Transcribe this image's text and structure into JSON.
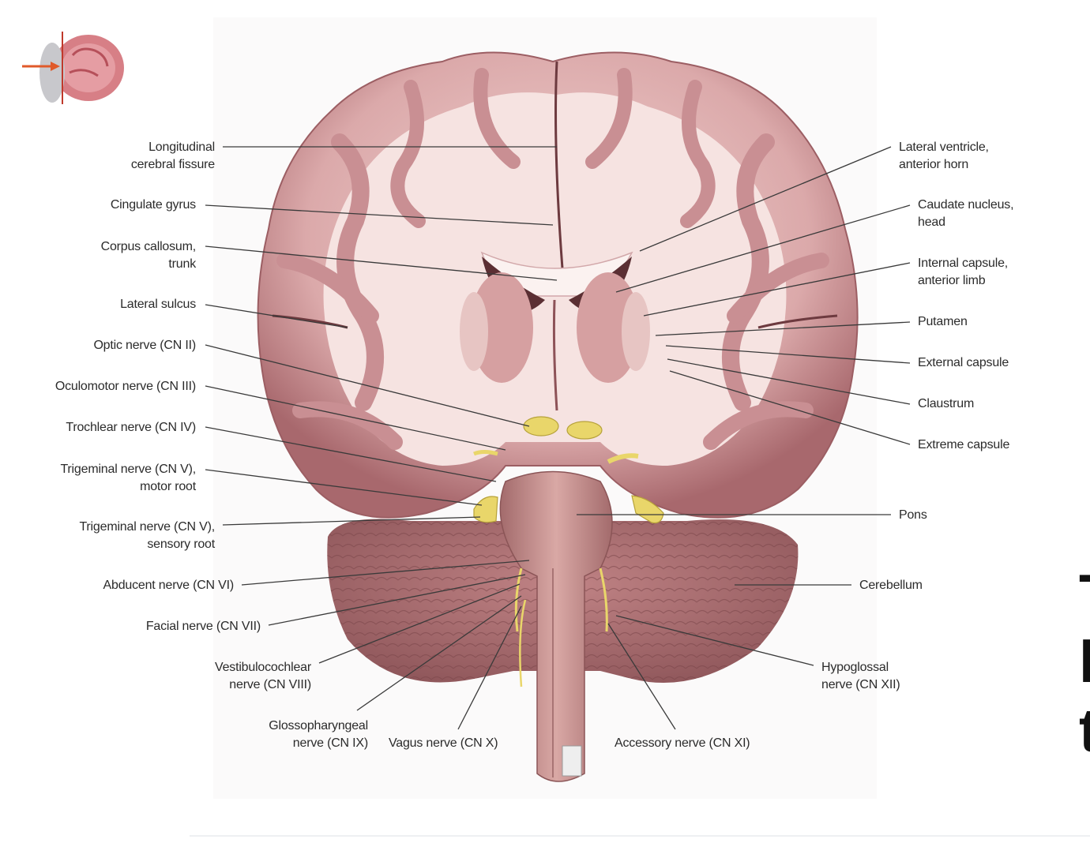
{
  "labels_left": [
    {
      "id": "longitudinal",
      "lines": [
        "Longitudinal",
        "cerebral fissure"
      ]
    },
    {
      "id": "cingulate",
      "lines": [
        "Cingulate gyrus"
      ]
    },
    {
      "id": "corpus",
      "lines": [
        "Corpus callosum,",
        "trunk"
      ]
    },
    {
      "id": "lateral-sulcus",
      "lines": [
        "Lateral sulcus"
      ]
    },
    {
      "id": "optic",
      "lines": [
        "Optic nerve (CN II)"
      ]
    },
    {
      "id": "oculomotor",
      "lines": [
        "Oculomotor nerve (CN III)"
      ]
    },
    {
      "id": "trochlear",
      "lines": [
        "Trochlear nerve (CN IV)"
      ]
    },
    {
      "id": "trigeminal-motor",
      "lines": [
        "Trigeminal nerve (CN V),",
        "motor root"
      ]
    },
    {
      "id": "trigeminal-sensory",
      "lines": [
        "Trigeminal nerve (CN V),",
        "sensory root"
      ]
    },
    {
      "id": "abducent",
      "lines": [
        "Abducent nerve (CN VI)"
      ]
    },
    {
      "id": "facial",
      "lines": [
        "Facial nerve (CN VII)"
      ]
    },
    {
      "id": "vestibulocochlear",
      "lines": [
        "Vestibulocochlear",
        "nerve (CN VIII)"
      ]
    },
    {
      "id": "glossopharyngeal",
      "lines": [
        "Glossopharyngeal",
        "nerve (CN IX)"
      ]
    }
  ],
  "labels_bottom": [
    {
      "id": "vagus",
      "lines": [
        "Vagus nerve (CN X)"
      ]
    },
    {
      "id": "accessory",
      "lines": [
        "Accessory nerve (CN XI)"
      ]
    }
  ],
  "labels_right": [
    {
      "id": "lateral-ventricle",
      "lines": [
        "Lateral ventricle,",
        "anterior horn"
      ]
    },
    {
      "id": "caudate",
      "lines": [
        "Caudate nucleus,",
        "head"
      ]
    },
    {
      "id": "internal-capsule",
      "lines": [
        "Internal capsule,",
        "anterior limb"
      ]
    },
    {
      "id": "putamen",
      "lines": [
        "Putamen"
      ]
    },
    {
      "id": "external-capsule",
      "lines": [
        "External capsule"
      ]
    },
    {
      "id": "claustrum",
      "lines": [
        "Claustrum"
      ]
    },
    {
      "id": "extreme-capsule",
      "lines": [
        "Extreme capsule"
      ]
    },
    {
      "id": "pons",
      "lines": [
        "Pons"
      ]
    },
    {
      "id": "cerebellum",
      "lines": [
        "Cerebellum"
      ]
    },
    {
      "id": "hypoglossal",
      "lines": [
        "Hypoglossal",
        "nerve (CN XII)"
      ]
    }
  ],
  "cut_text": [
    "T",
    "B",
    "t"
  ],
  "colors": {
    "cortex_gray": "#d9a3a6",
    "cortex_dark": "#b77a7f",
    "white_matter": "#f7e6e4",
    "nerve_yellow": "#e9d66a",
    "brainstem": "#c98e8c",
    "cerebellum": "#a86a6d",
    "leader": "#3a3a3a"
  }
}
